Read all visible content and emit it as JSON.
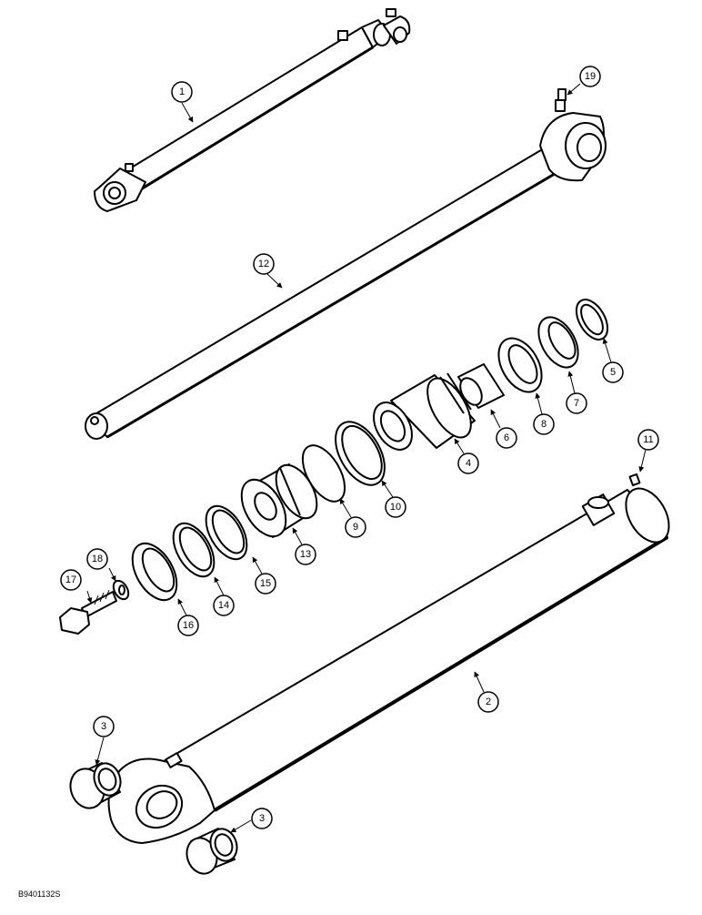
{
  "figure_id": "B9401132S",
  "callouts": [
    {
      "id": "c1",
      "label": "1"
    },
    {
      "id": "c19",
      "label": "19"
    },
    {
      "id": "c12",
      "label": "12"
    },
    {
      "id": "c5",
      "label": "5"
    },
    {
      "id": "c7",
      "label": "7"
    },
    {
      "id": "c8",
      "label": "8"
    },
    {
      "id": "c6",
      "label": "6"
    },
    {
      "id": "c4",
      "label": "4"
    },
    {
      "id": "c10",
      "label": "10"
    },
    {
      "id": "c9",
      "label": "9"
    },
    {
      "id": "c11",
      "label": "11"
    },
    {
      "id": "c13",
      "label": "13"
    },
    {
      "id": "c15",
      "label": "15"
    },
    {
      "id": "c14",
      "label": "14"
    },
    {
      "id": "c16",
      "label": "16"
    },
    {
      "id": "c17",
      "label": "17"
    },
    {
      "id": "c18",
      "label": "18"
    },
    {
      "id": "c2",
      "label": "2"
    },
    {
      "id": "c3a",
      "label": "3"
    },
    {
      "id": "c3b",
      "label": "3"
    }
  ]
}
